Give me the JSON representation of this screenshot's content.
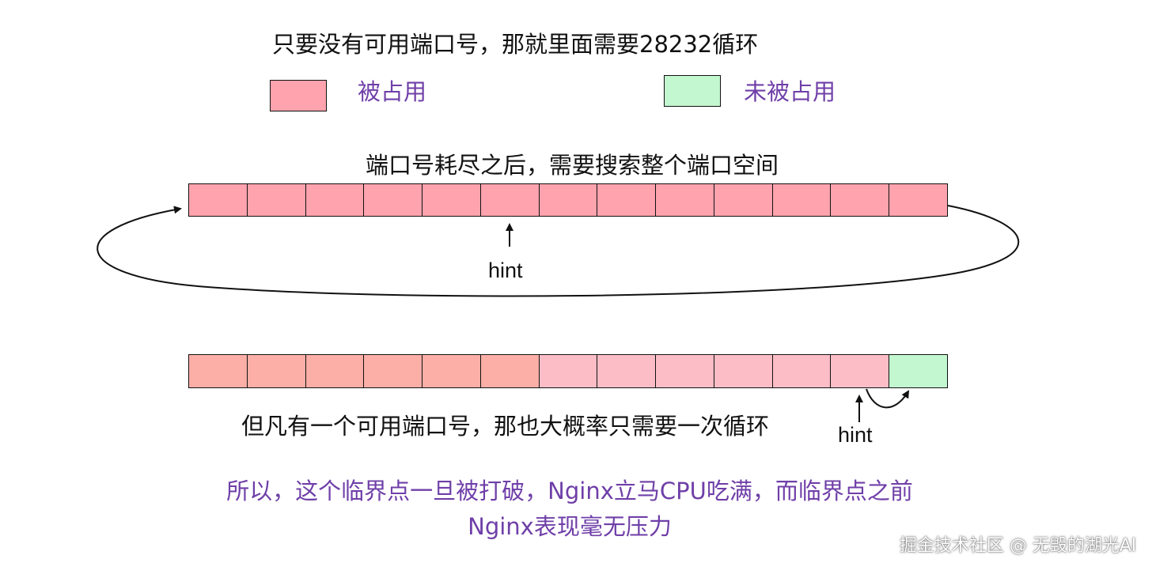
{
  "top_title": "只要没有可用端口号，那就里面需要28232循环",
  "legend": {
    "occupied_label": "被占用",
    "free_label": "未被占用",
    "occupied_color": "#FFA3AE",
    "free_color": "#C3F7CF"
  },
  "upper": {
    "title": "端口号耗尽之后，需要搜索整个端口空间",
    "cell_colors": [
      "#FFA3AE",
      "#FFA3AE",
      "#FFA3AE",
      "#FFA3AE",
      "#FFA3AE",
      "#FFA3AE",
      "#FFA3AE",
      "#FFA3AE",
      "#FFA3AE",
      "#FFA3AE",
      "#FFA3AE",
      "#FFA3AE",
      "#FFA3AE"
    ],
    "hint_label": "hint"
  },
  "lower": {
    "caption": "但凡有一个可用端口号，那也大概率只需要一次循环",
    "cell_colors": [
      "#FBAFA6",
      "#FBAFA6",
      "#FBAFA6",
      "#FBAFA6",
      "#FBAFA6",
      "#FBAFA6",
      "#FCBDC6",
      "#FCBDC6",
      "#FCBDC6",
      "#FCBDC6",
      "#FCBDC6",
      "#FCBDC6",
      "#C3F7CF"
    ],
    "hint_label": "hint"
  },
  "conclusion": {
    "line1": "所以，这个临界点一旦被打破，Nginx立马CPU吃满，而临界点之前",
    "line2": "Nginx表现毫无压力"
  },
  "watermark": "掘金技术社区 @ 无毁的湖光Al"
}
